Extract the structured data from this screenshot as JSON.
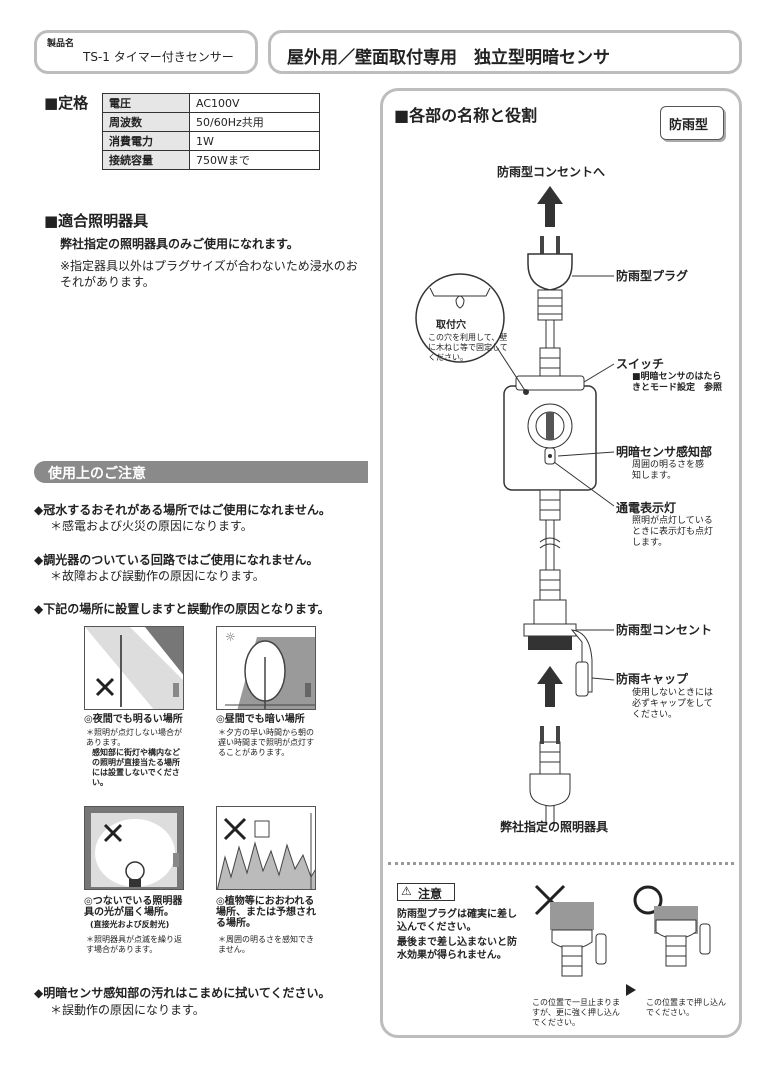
{
  "header": {
    "product_label": "製品名",
    "product_name": "TS-1 タイマー付きセンサー",
    "title": "屋外用／壁面取付専用　独立型明暗センサ"
  },
  "spec": {
    "heading": "■定格",
    "rows": [
      {
        "key": "電圧",
        "value": "AC100V"
      },
      {
        "key": "周波数",
        "value": "50/60Hz共用"
      },
      {
        "key": "消費電力",
        "value": "1W"
      },
      {
        "key": "接続容量",
        "value": "750Wまで"
      }
    ]
  },
  "fixtures": {
    "heading": "■適合照明器具",
    "line1": "弊社指定の照明器具のみご使用になれます。",
    "note": "※指定器具以外はプラグサイズが合わないため浸水のおそれがあります。"
  },
  "cautions": {
    "heading": "使用上のご注意",
    "item1_title": "◆冠水するおそれがある場所ではご使用になれません。",
    "item1_note": "＊感電および火災の原因になります。",
    "item2_title": "◆調光器のついている回路ではご使用になれません。",
    "item2_note": "＊故障および誤動作の原因になります。",
    "item3_title": "◆下記の場所に設置しますと誤動作の原因となります。",
    "pic1_title": "◎夜間でも明るい場所",
    "pic1_note": "＊照明が点灯しない場合があります。",
    "pic1_note2": "感知部に街灯や構内などの照明が直接当たる場所には設置しないでください。",
    "pic2_title": "◎昼間でも暗い場所",
    "pic2_note": "＊夕方の早い時間から朝の遅い時間まで照明が点灯することがあります。",
    "pic3_title": "◎つないでいる照明器具の光が届く場所。",
    "pic3_sub": "(直接光および反射光)",
    "pic3_note": "＊照明器具が点滅を繰り返す場合があります。",
    "pic4_title": "◎植物等におおわれる場所、または予想される場所。",
    "pic4_note": "＊周囲の明るさを感知できません。",
    "item4_title": "◆明暗センサ感知部の汚れはこまめに拭いてください。",
    "item4_note": "＊誤動作の原因になります。"
  },
  "parts": {
    "heading": "■各部の名称と役割",
    "badge": "防雨型",
    "to_outlet": "防雨型コンセントへ",
    "plug": "防雨型プラグ",
    "hole_label": "取付穴",
    "hole_note": "この穴を利用して、壁に木ねじ等で固定してください。",
    "switch": "スイッチ",
    "switch_note": "■明暗センサのはたらきとモード設定　参照",
    "sensor": "明暗センサ感知部",
    "sensor_note": "周囲の明るさを感知します。",
    "lamp": "通電表示灯",
    "lamp_note": "照明が点灯しているときに表示灯も点灯します。",
    "outlet": "防雨型コンセント",
    "cap": "防雨キャップ",
    "cap_note": "使用しないときには必ずキャップをしてください。",
    "fixture": "弊社指定の照明器具"
  },
  "warning": {
    "badge": "注意",
    "text1": "防雨型プラグは確実に差し込んでください。",
    "text2": "最後まで差し込まないと防水効果が得られません。",
    "caption_bad": "この位置で一旦止まりますが、更に強く押し込んでください。",
    "caption_good": "この位置まで押し込んでください。"
  }
}
